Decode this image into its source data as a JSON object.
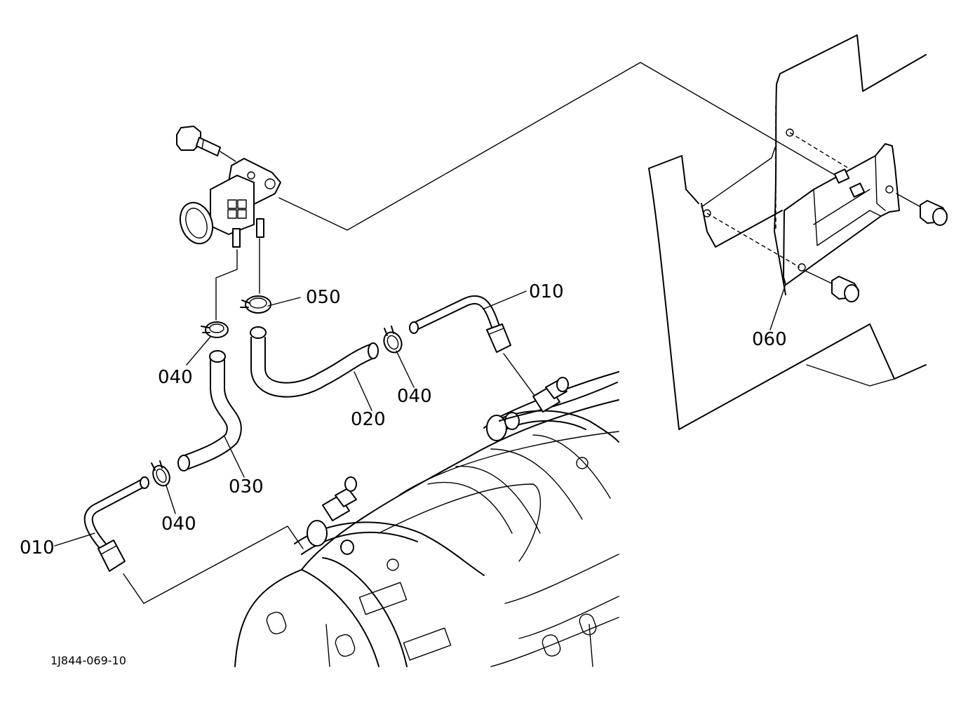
{
  "labels": {
    "p010_top": "010",
    "p010_left": "010",
    "p020": "020",
    "p030": "030",
    "p040_a": "040",
    "p040_b": "040",
    "p040_c": "040",
    "p050": "050",
    "p060": "060"
  },
  "drawing_code": "1J844-069-10"
}
